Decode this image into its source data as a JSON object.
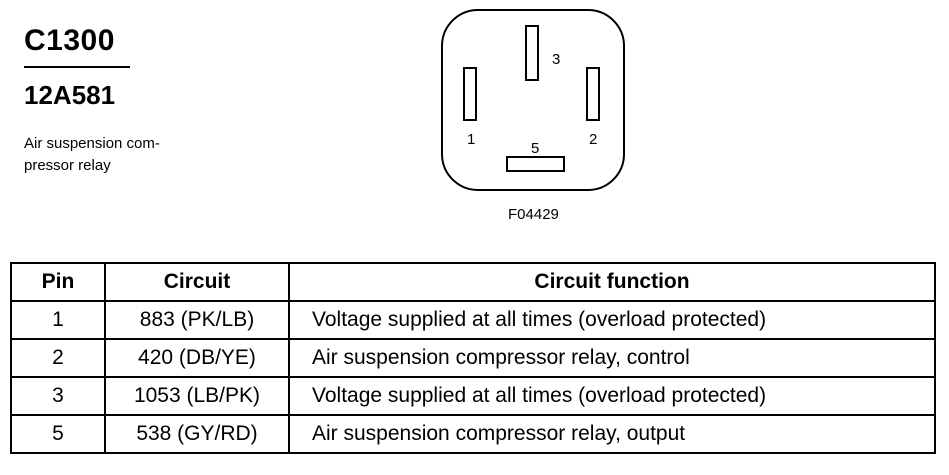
{
  "header": {
    "connector_id": "C1300",
    "part_number": "12A581",
    "description": "Air suspension com-\npressor relay"
  },
  "diagram": {
    "figure_id": "F04429",
    "pins": [
      {
        "label": "1"
      },
      {
        "label": "2"
      },
      {
        "label": "3"
      },
      {
        "label": "5"
      }
    ]
  },
  "table": {
    "headers": [
      "Pin",
      "Circuit",
      "Circuit function"
    ],
    "rows": [
      {
        "pin": "1",
        "circuit": "883 (PK/LB)",
        "function": "Voltage supplied at all times (overload protected)"
      },
      {
        "pin": "2",
        "circuit": "420 (DB/YE)",
        "function": "Air suspension compressor relay, control"
      },
      {
        "pin": "3",
        "circuit": "1053 (LB/PK)",
        "function": "Voltage supplied at all times (overload protected)"
      },
      {
        "pin": "5",
        "circuit": "538 (GY/RD)",
        "function": "Air suspension compressor relay, output"
      }
    ]
  }
}
